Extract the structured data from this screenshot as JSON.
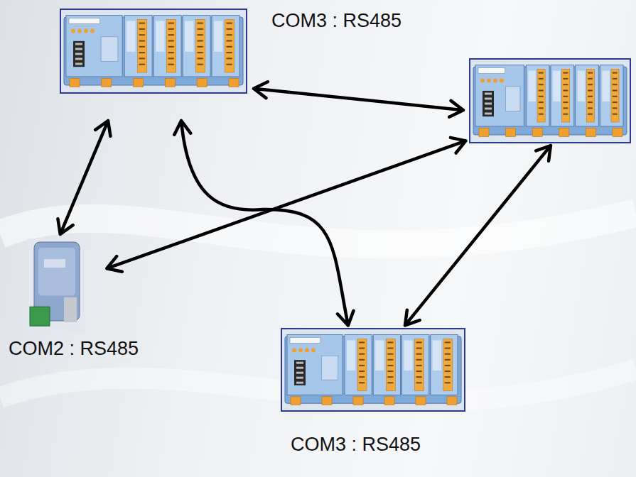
{
  "diagram": {
    "nodes": [
      {
        "text": [
          "COM3 : RS485"
        ]
      },
      {
        "text": []
      },
      {
        "text": [
          "COM2 : RS485"
        ]
      },
      {
        "text": [
          "COM3 : RS485"
        ]
      }
    ],
    "edges": [
      {
        "from": 0,
        "to": 1,
        "arrow": "both"
      },
      {
        "from": 0,
        "to": 2,
        "arrow": "both"
      },
      {
        "from": 2,
        "to": 1,
        "arrow": "both"
      },
      {
        "from": 0,
        "to": 3,
        "arrow": "both"
      },
      {
        "from": 1,
        "to": 3,
        "arrow": "both"
      }
    ]
  }
}
